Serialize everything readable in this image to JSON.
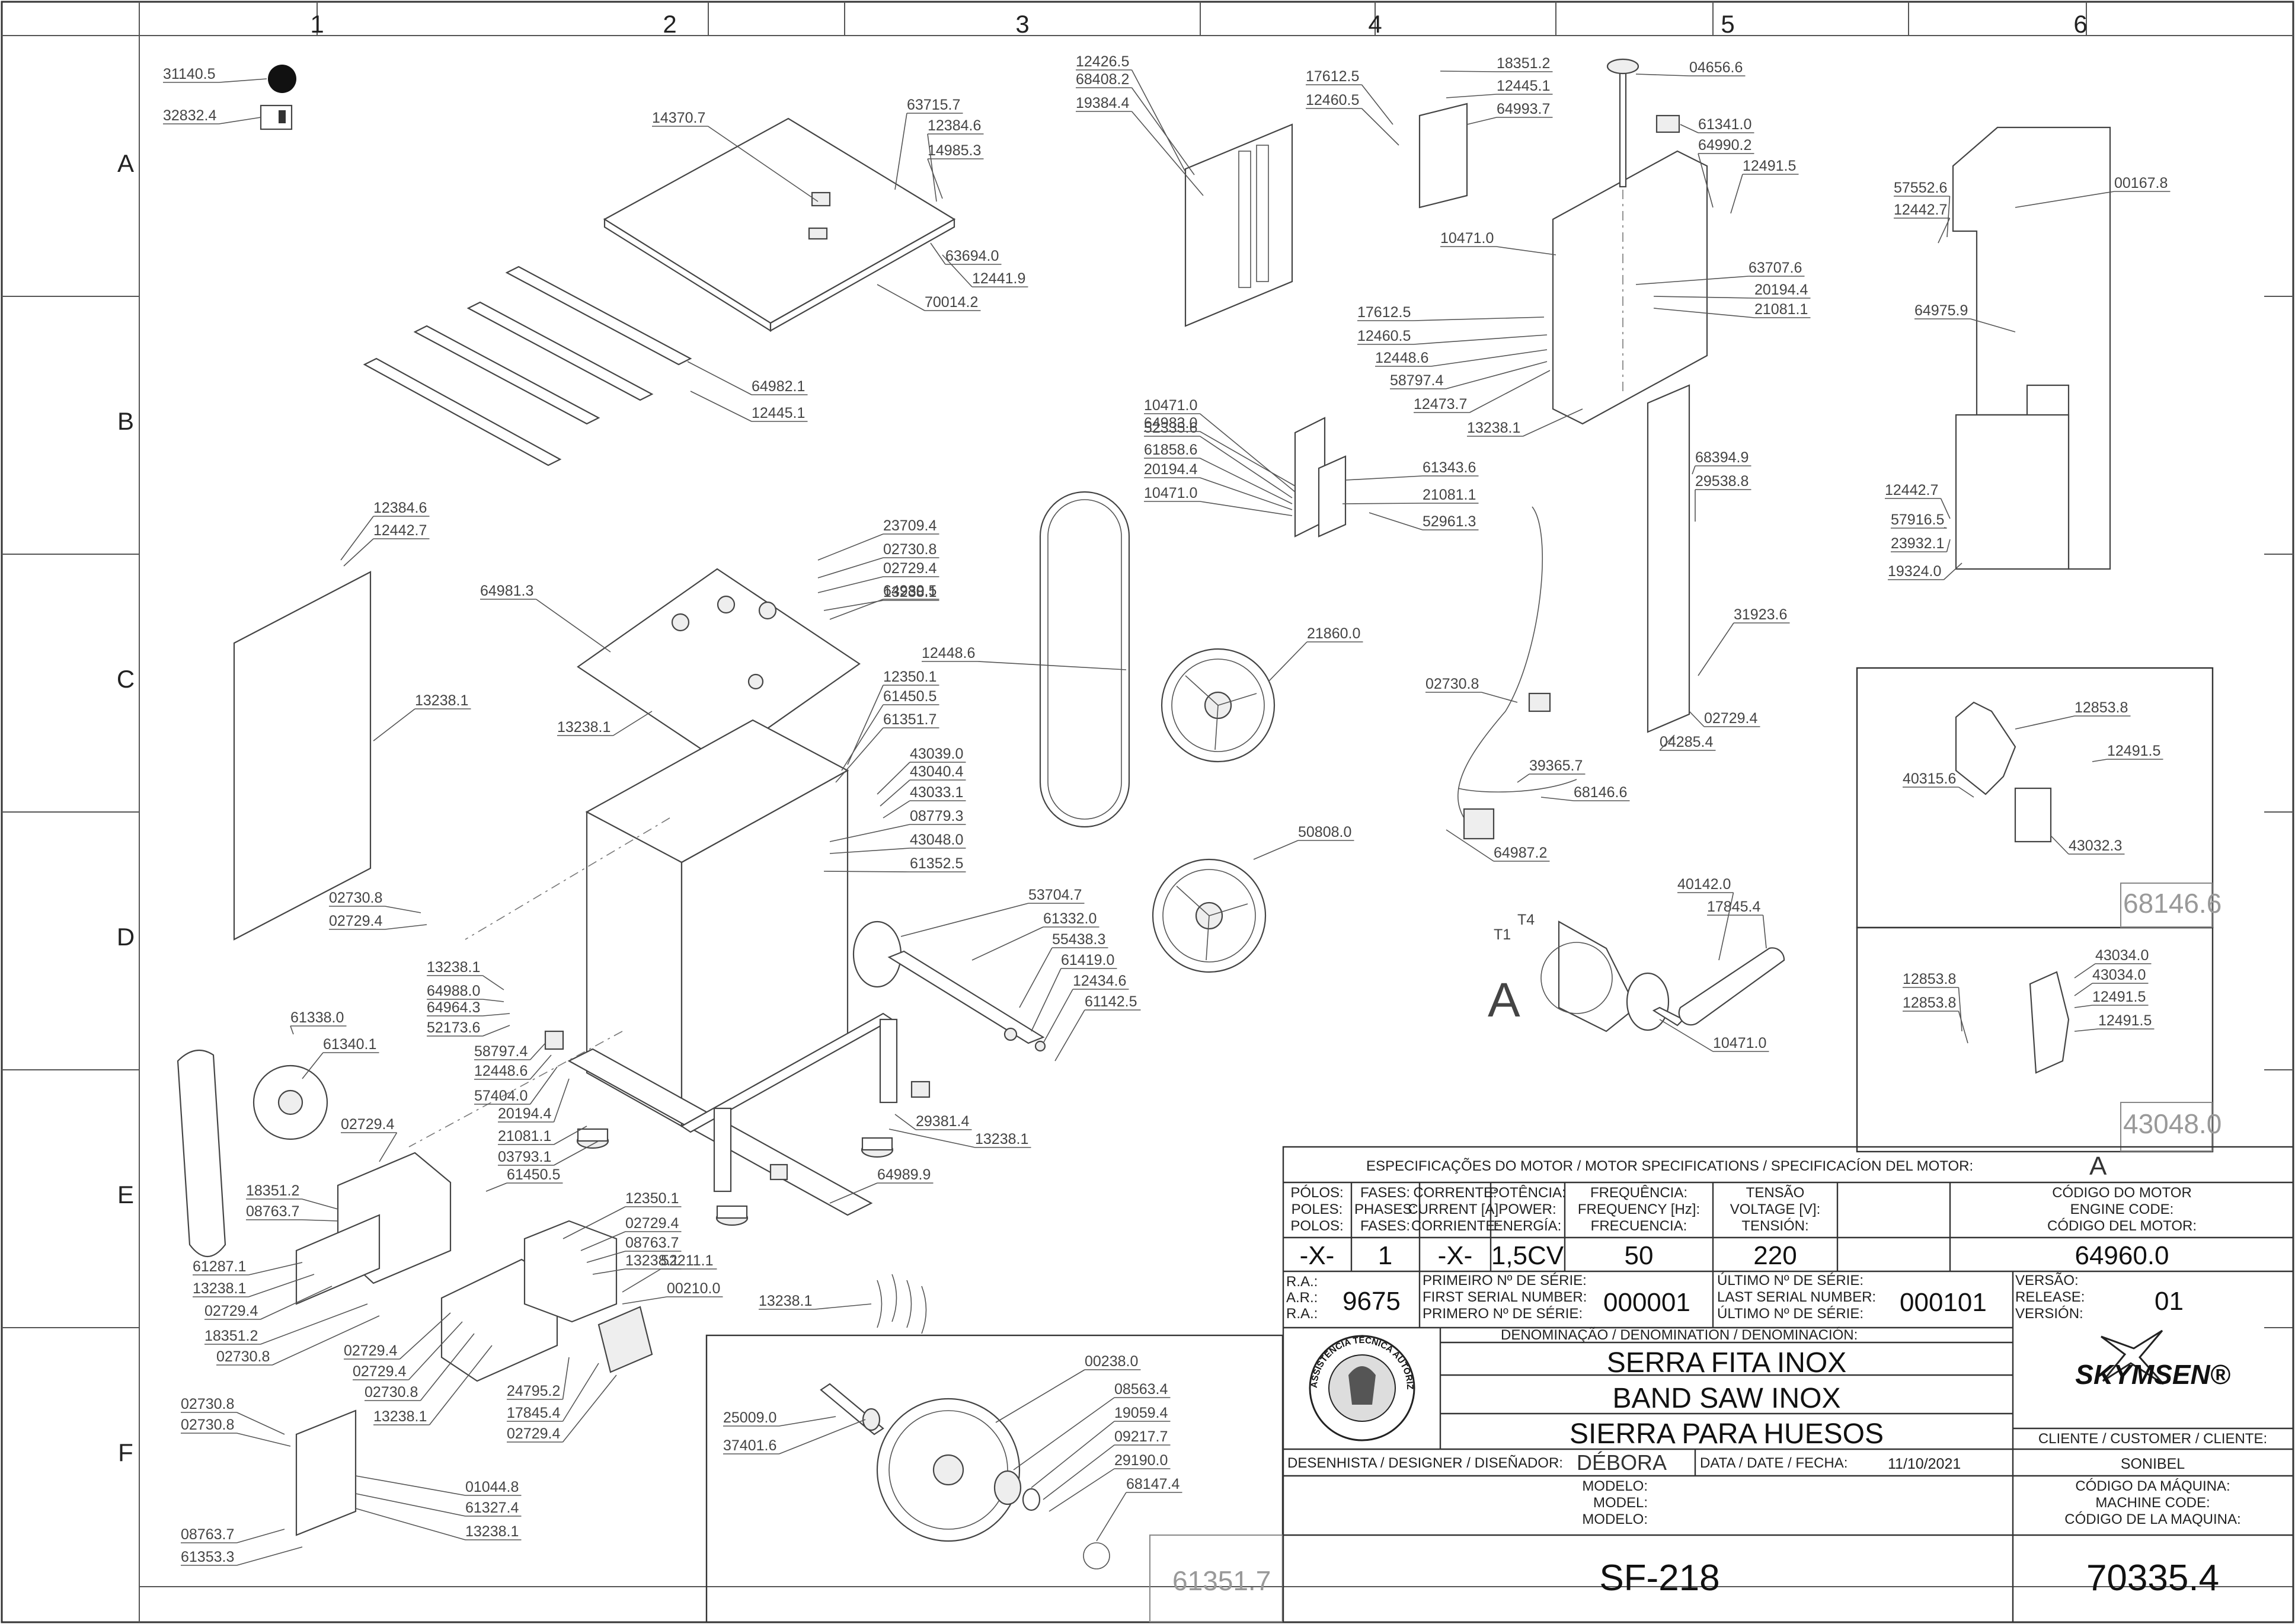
{
  "grid": {
    "columns": [
      "1",
      "2",
      "3",
      "4",
      "5",
      "6"
    ],
    "rows": [
      "A",
      "B",
      "C",
      "D",
      "E",
      "F"
    ]
  },
  "part_labels": [
    "31140.5",
    "32832.4",
    "14370.7",
    "63715.7",
    "12384.6",
    "14985.3",
    "63694.0",
    "12441.9",
    "70014.2",
    "64982.1",
    "12445.1",
    "12426.5",
    "68408.2",
    "19384.4",
    "17612.5",
    "12460.5",
    "18351.2",
    "12445.1",
    "64993.7",
    "04656.6",
    "61341.0",
    "64990.2",
    "12491.5",
    "10471.0",
    "63707.6",
    "20194.4",
    "21081.1",
    "17612.5",
    "12460.5",
    "12448.6",
    "58797.4",
    "12473.7",
    "13238.1",
    "57552.6",
    "12442.7",
    "00167.8",
    "64975.9",
    "12442.7",
    "57916.5",
    "23932.1",
    "19324.0",
    "64983.0",
    "10471.0",
    "52335.6",
    "61858.6",
    "20194.4",
    "10471.0",
    "61343.6",
    "21081.1",
    "52961.3",
    "68394.9",
    "29538.8",
    "12384.6",
    "12442.7",
    "64981.3",
    "13238.1",
    "02730.8",
    "02729.4",
    "13238.1",
    "64980.5",
    "13238.1",
    "23709.4",
    "12448.6",
    "12350.1",
    "61450.5",
    "61351.7",
    "21860.0",
    "31923.6",
    "02730.8",
    "02729.4",
    "04285.4",
    "39365.7",
    "68146.6",
    "43039.0",
    "43040.4",
    "43033.1",
    "08779.3",
    "43048.0",
    "61352.5",
    "50808.0",
    "64987.2",
    "02730.8",
    "02729.4",
    "13238.1",
    "64988.0",
    "64964.3",
    "52173.6",
    "53704.7",
    "61332.0",
    "55438.3",
    "61419.0",
    "12434.6",
    "61142.5",
    "40142.0",
    "17845.4",
    "10471.0",
    "58797.4",
    "12448.6",
    "57404.0",
    "20194.4",
    "21081.1",
    "03793.1",
    "61338.0",
    "61340.1",
    "29381.4",
    "13238.1",
    "02729.4",
    "18351.2",
    "08763.7",
    "61450.5",
    "64989.9",
    "12350.1",
    "02729.4",
    "08763.7",
    "13238.1",
    "52211.1",
    "00210.0",
    "13238.1",
    "61287.1",
    "13238.1",
    "02729.4",
    "18351.2",
    "02730.8",
    "02729.4",
    "02729.4",
    "02730.8",
    "13238.1",
    "24795.2",
    "17845.4",
    "02729.4",
    "02730.8",
    "02730.8",
    "01044.8",
    "61327.4",
    "13238.1",
    "08763.7",
    "61353.3",
    "25009.0",
    "37401.6",
    "00238.0",
    "08563.4",
    "19059.4",
    "09217.7",
    "29190.0",
    "68147.4",
    "12853.8",
    "12491.5",
    "40315.6",
    "43032.3",
    "43034.0",
    "12853.8",
    "12853.8",
    "43034.0",
    "12491.5",
    "12491.5"
  ],
  "motor_label": "A",
  "motor_wire_labels": [
    "T4",
    "T1"
  ],
  "detail_boxes": [
    "68146.6",
    "43048.0",
    "61351.7"
  ],
  "title_block": {
    "motor_spec_header": "ESPECIFICAÇÕES DO MOTOR / MOTOR SPECIFICATIONS / SPECIFICACÍON DEL MOTOR:",
    "motor_spec_value": "A",
    "columns": [
      {
        "label": [
          "PÓLOS:",
          "POLES:",
          "POLOS:"
        ],
        "value": "-X-"
      },
      {
        "label": [
          "FASES:",
          "PHASES:",
          "FASES:"
        ],
        "value": "1"
      },
      {
        "label": [
          "CORRENTE:",
          "CURRENT [A]:",
          "CORRIENTE:"
        ],
        "value": "-X-"
      },
      {
        "label": [
          "POTÊNCIA:",
          "POWER:",
          "ENERGÍA:"
        ],
        "value": "1,5CV"
      },
      {
        "label": [
          "FREQUÊNCIA:",
          "FREQUENCY [Hz]:",
          "FRECUENCIA:"
        ],
        "value": "50"
      },
      {
        "label": [
          "TENSÃO",
          "VOLTAGE [V]:",
          "TENSIÓN:"
        ],
        "value": "220"
      },
      {
        "label": [
          "CÓDIGO DO MOTOR",
          "ENGINE CODE:",
          "CÓDIGO DEL MOTOR:"
        ],
        "value": "64960.0"
      }
    ],
    "ra_labels": [
      "R.A.:",
      "A.R.:",
      "R.A.:"
    ],
    "ra_value": "9675",
    "first_serial_labels": [
      "PRIMEIRO Nº DE SÉRIE:",
      "FIRST SERIAL NUMBER:",
      "PRIMERO Nº DE SÉRIE:"
    ],
    "first_serial": "000001",
    "last_serial_labels": [
      "ÚLTIMO Nº DE SÉRIE:",
      "LAST SERIAL NUMBER:",
      "ÚLTIMO Nº DE SÉRIE:"
    ],
    "last_serial": "000101",
    "version_labels": [
      "VERSÃO:",
      "RELEASE:",
      "VERSIÓN:"
    ],
    "version": "01",
    "denomination_header": "DENOMINAÇÃO / DENOMINATION / DENOMINACIÓN:",
    "denominations": [
      "SERRA FITA INOX",
      "BAND SAW INOX",
      "SIERRA PARA HUESOS"
    ],
    "brand": "SKYMSEN®",
    "seal_text": "ASSISTÊNCIA TÉCNICA AUTORIZADA",
    "client_label": "CLIENTE / CUSTOMER / CLIENTE:",
    "client": "SONIBEL",
    "designer_label": "DESENHISTA / DESIGNER / DISEÑADOR:",
    "designer": "DÉBORA",
    "date_label": "DATA / DATE / FECHA:",
    "date": "11/10/2021",
    "model_labels": [
      "MODELO:",
      "MODEL:",
      "MODELO:"
    ],
    "model": "SF-218",
    "machine_code_labels": [
      "CÓDIGO DA MÁQUINA:",
      "MACHINE CODE:",
      "CÓDIGO DE LA MAQUINA:"
    ],
    "machine_code": "70335.4"
  },
  "colors": {
    "line": "#444444",
    "frame": "#333333",
    "paper": "#ffffff",
    "mark": "#000000"
  }
}
